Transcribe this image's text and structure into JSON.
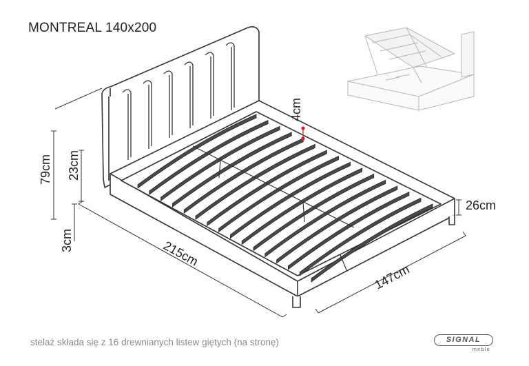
{
  "title": "MONTREAL 140x200",
  "dimensions": {
    "height_total": "79cm",
    "height_headboard_above_frame": "23cm",
    "height_legs": "3cm",
    "height_frame": "26cm",
    "gap_slats": "4cm",
    "length": "215cm",
    "width": "147cm"
  },
  "footnote": "stelaż składa się z 16 drewnianych listew giętych (na stronę)",
  "brand": {
    "name": "SIGNAL",
    "sub": "meble"
  },
  "colors": {
    "accent": "#d0202a",
    "line": "#3a3a3a"
  }
}
